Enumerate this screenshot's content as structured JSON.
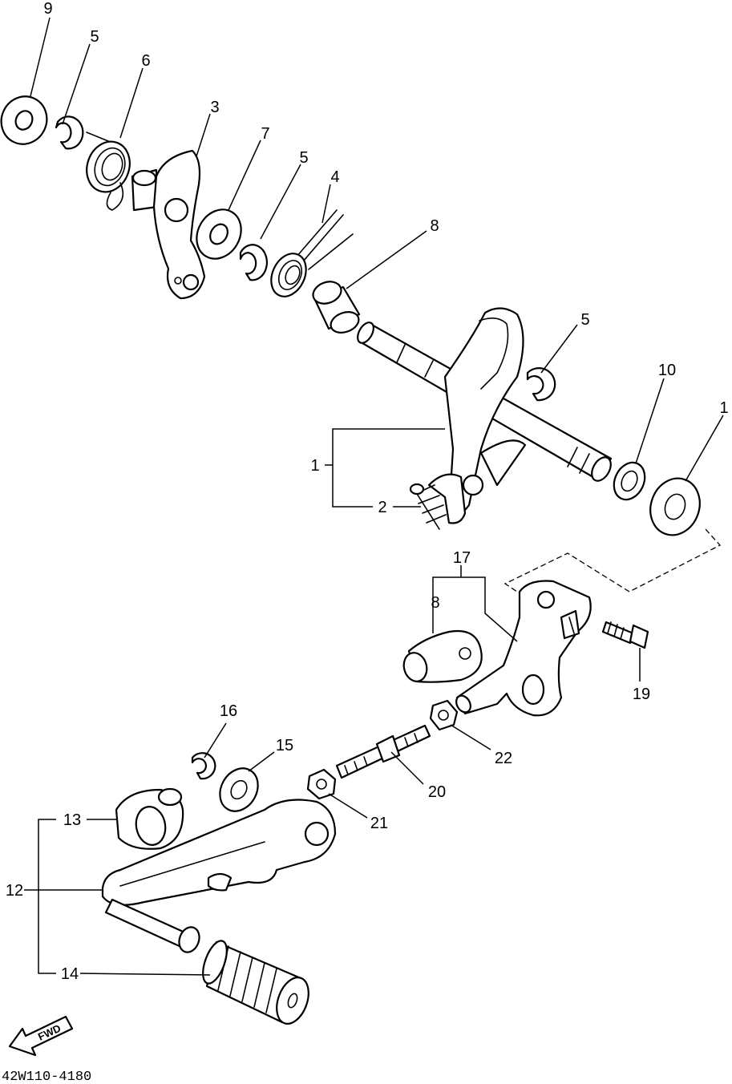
{
  "diagram": {
    "drawing_code": "42W110-4180",
    "direction_arrow": {
      "label": "FWD",
      "icon": "forward-arrow-icon"
    },
    "callouts": [
      {
        "id": "9",
        "label": "9"
      },
      {
        "id": "5a",
        "label": "5"
      },
      {
        "id": "6",
        "label": "6"
      },
      {
        "id": "3",
        "label": "3"
      },
      {
        "id": "7",
        "label": "7"
      },
      {
        "id": "5b",
        "label": "5"
      },
      {
        "id": "4",
        "label": "4"
      },
      {
        "id": "8a",
        "label": "8"
      },
      {
        "id": "5c",
        "label": "5"
      },
      {
        "id": "10",
        "label": "10"
      },
      {
        "id": "11",
        "label": "1"
      },
      {
        "id": "1",
        "label": "1"
      },
      {
        "id": "2",
        "label": "2"
      },
      {
        "id": "17",
        "label": "17"
      },
      {
        "id": "8b",
        "label": "8"
      },
      {
        "id": "19",
        "label": "19"
      },
      {
        "id": "16",
        "label": "16"
      },
      {
        "id": "15",
        "label": "15"
      },
      {
        "id": "22",
        "label": "22"
      },
      {
        "id": "20",
        "label": "20"
      },
      {
        "id": "21",
        "label": "21"
      },
      {
        "id": "13",
        "label": "13"
      },
      {
        "id": "12",
        "label": "12"
      },
      {
        "id": "14",
        "label": "14"
      }
    ]
  }
}
